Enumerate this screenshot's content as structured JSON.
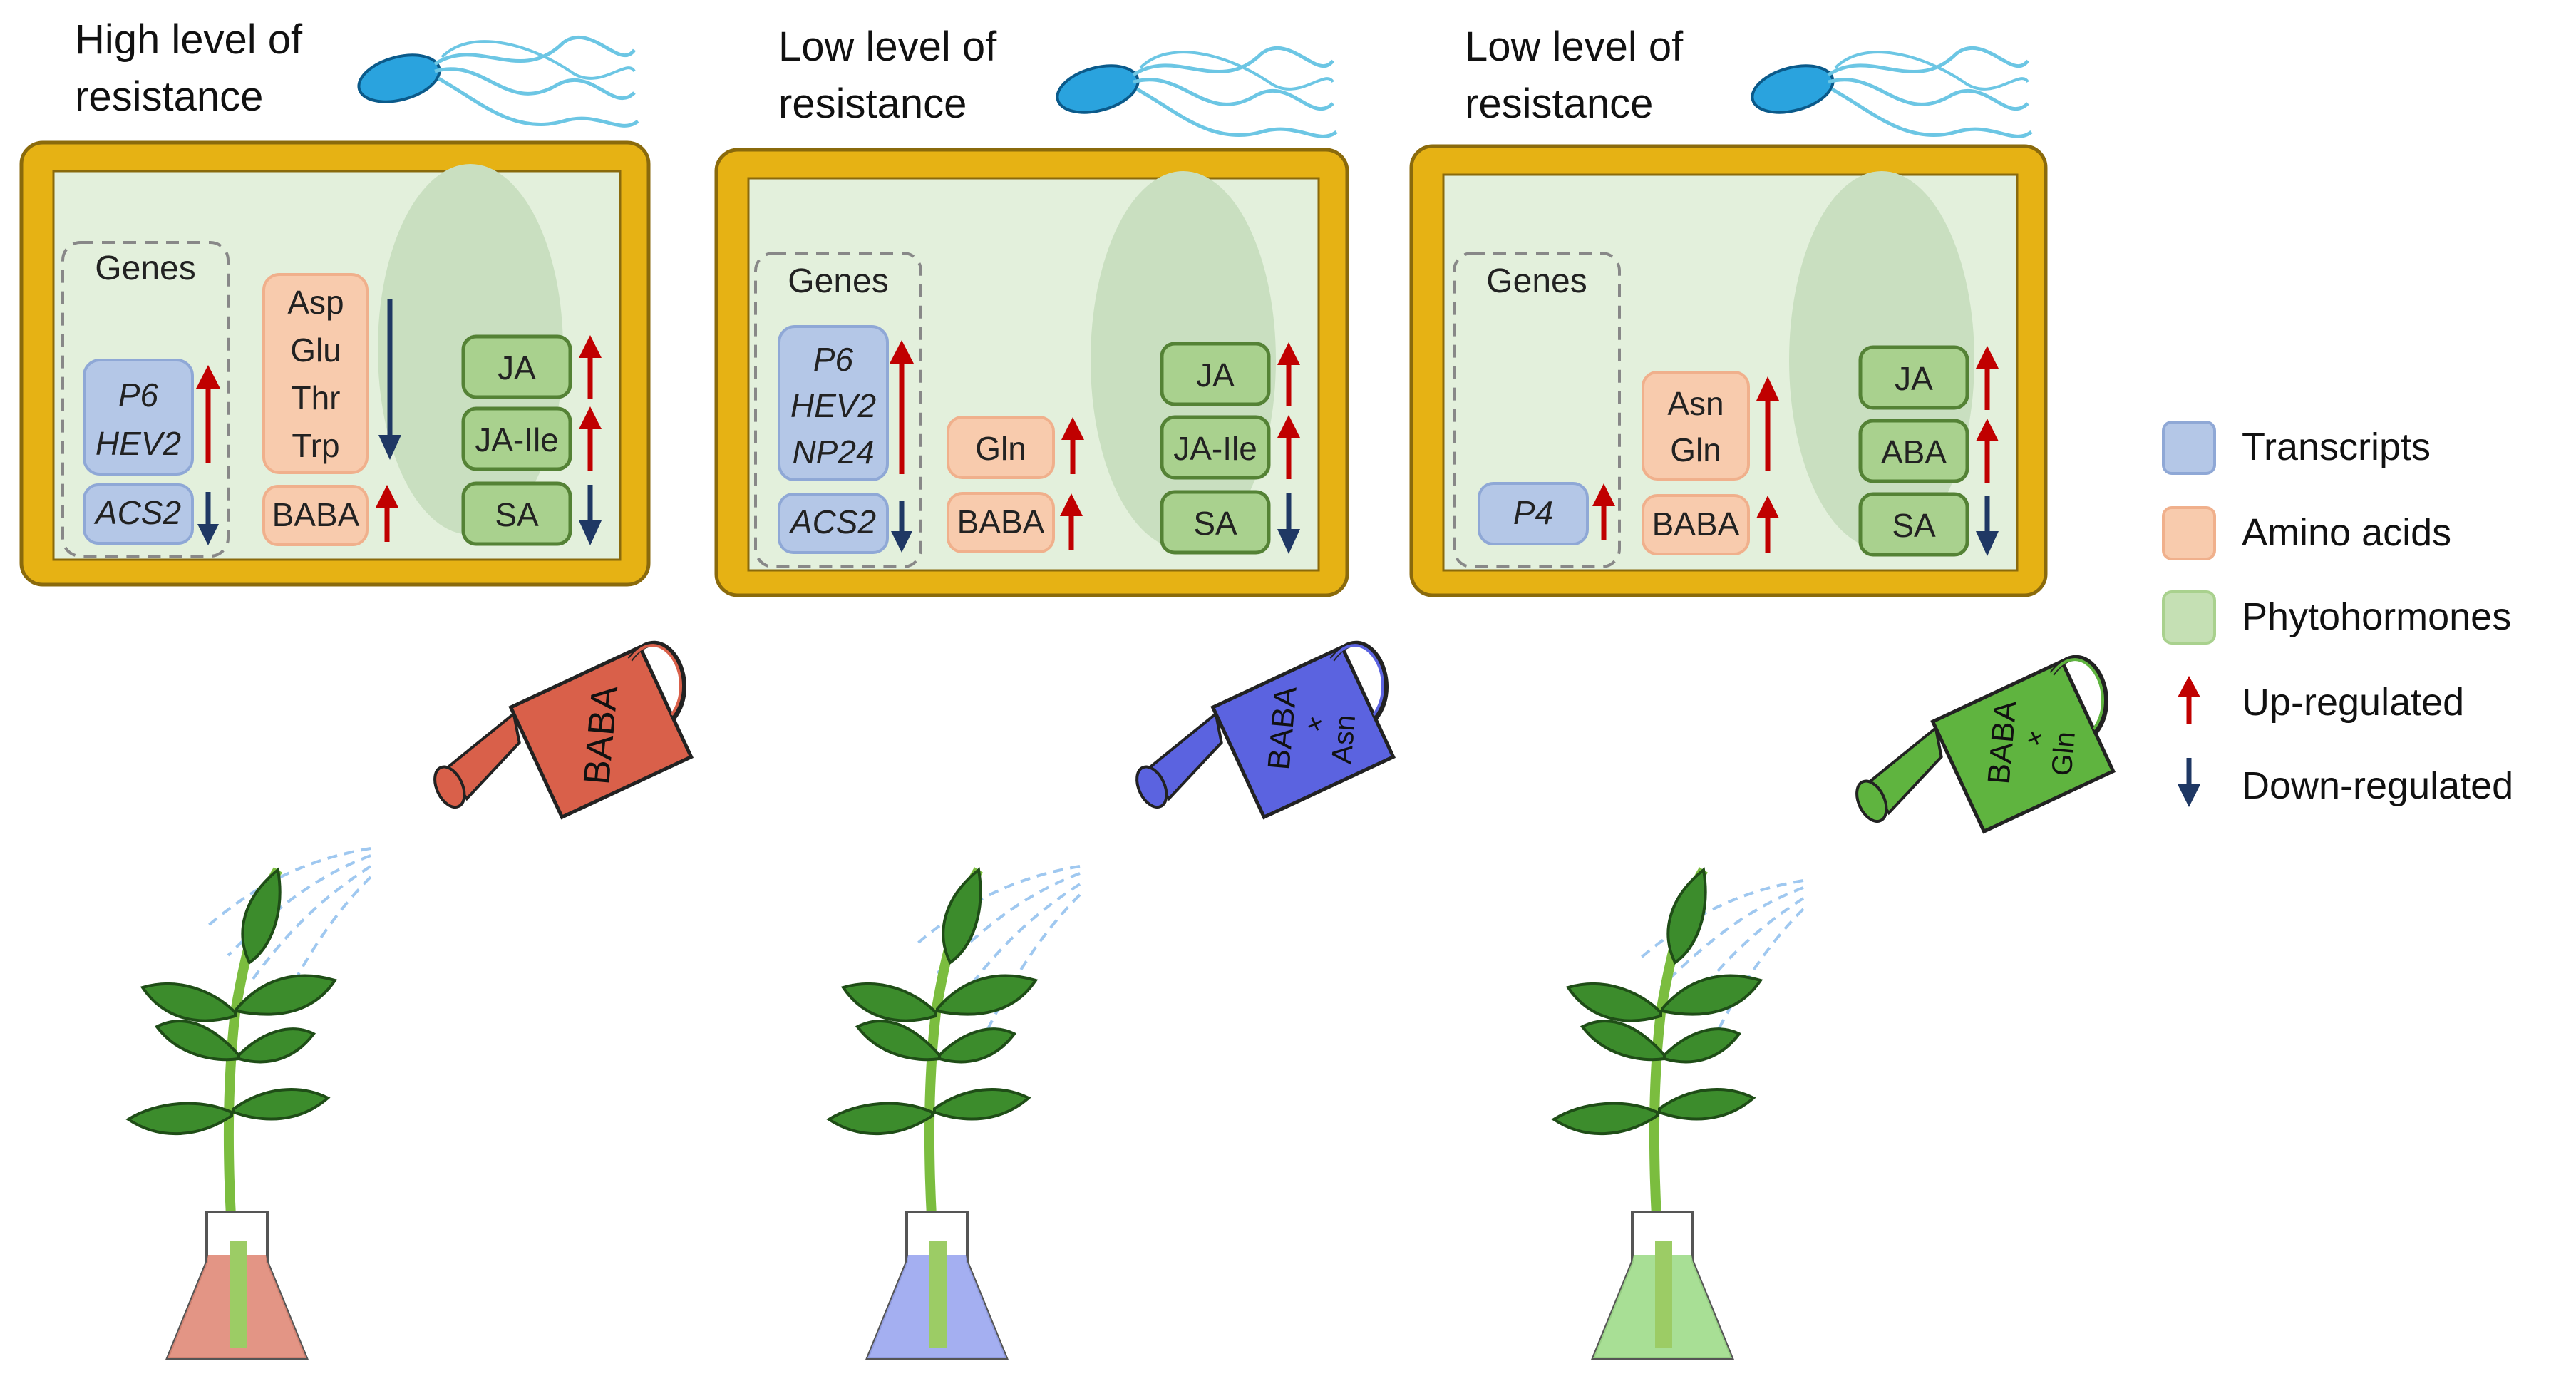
{
  "panels": [
    {
      "resistance_label": [
        "High level of",
        "resistance"
      ],
      "genes_header": "Genes",
      "transcripts_up": [
        "P6",
        "HEV2"
      ],
      "transcripts_down": [
        "ACS2"
      ],
      "amino_down": [
        "Asp",
        "Glu",
        "Thr",
        "Trp"
      ],
      "amino_baba": "BABA",
      "hormones": [
        {
          "name": "JA",
          "direction": "up"
        },
        {
          "name": "JA-Ile",
          "direction": "up"
        },
        {
          "name": "SA",
          "direction": "down"
        }
      ],
      "can_text": "BABA",
      "flask_color": "#e08a78",
      "can_color": "#d9604a"
    },
    {
      "resistance_label": [
        "Low level of",
        "resistance"
      ],
      "genes_header": "Genes",
      "transcripts_up": [
        "P6",
        "HEV2",
        "NP24"
      ],
      "transcripts_down": [
        "ACS2"
      ],
      "amino_up": [
        "Gln"
      ],
      "amino_baba": "BABA",
      "hormones": [
        {
          "name": "JA",
          "direction": "up"
        },
        {
          "name": "JA-Ile",
          "direction": "up"
        },
        {
          "name": "SA",
          "direction": "down"
        }
      ],
      "can_text": [
        "BABA",
        "+",
        "Asn"
      ],
      "flask_color": "#9aa6f0",
      "can_color": "#5b63e0"
    },
    {
      "resistance_label": [
        "Low level of",
        "resistance"
      ],
      "genes_header": "Genes",
      "transcripts_up": [
        "P4"
      ],
      "amino_up": [
        "Asn",
        "Gln"
      ],
      "amino_baba": "BABA",
      "hormones": [
        {
          "name": "JA",
          "direction": "up"
        },
        {
          "name": "ABA",
          "direction": "up"
        },
        {
          "name": "SA",
          "direction": "down"
        }
      ],
      "can_text": [
        "BABA",
        "+",
        "Gln"
      ],
      "flask_color": "#9fdc8a",
      "can_color": "#5fb43f"
    }
  ],
  "legend": [
    {
      "label": "Transcripts",
      "swatch": "#b4c7e7"
    },
    {
      "label": "Amino acids",
      "swatch": "#f8cbad"
    },
    {
      "label": "Phytohormones",
      "swatch": "#c5e0b4"
    },
    {
      "label": "Up-regulated",
      "icon": "up-arrow-icon"
    },
    {
      "label": "Down-regulated",
      "icon": "down-arrow-icon"
    }
  ],
  "colors": {
    "cell_wall": "#e6b214",
    "cell_interior": "#e3f0dc",
    "nucleus": "#c9dfc0",
    "transcript_fill": "#b4c7e7",
    "transcript_stroke": "#8fa8d6",
    "amino_fill": "#f8cbad",
    "amino_stroke": "#f0b08c",
    "hormone_fill": "#a9d18e",
    "hormone_stroke": "#548235",
    "arrow_up": "#c00000",
    "arrow_down": "#1f3864",
    "pathogen_body": "#2aa3de",
    "pathogen_hyphae": "#6cc6e4",
    "leaf": "#3c8c2c",
    "leaf_dark": "#1f4d17",
    "water": "#9fc8f0"
  }
}
